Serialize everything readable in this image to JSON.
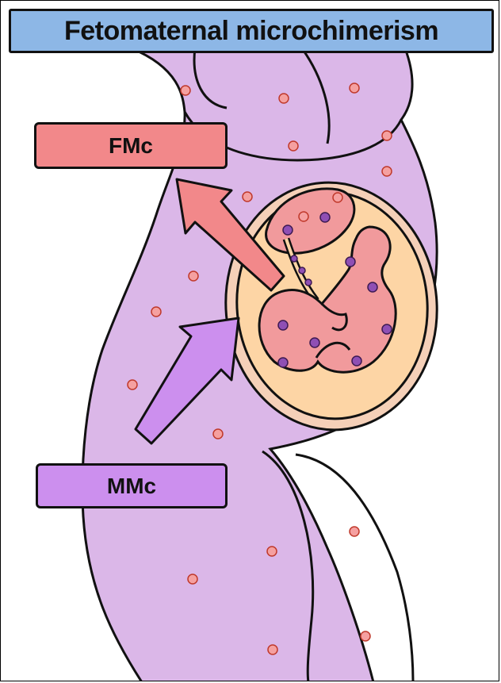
{
  "title": "Fetomaternal microchimerism",
  "labels": {
    "fmc": "FMc",
    "mmc": "MMc"
  },
  "colors": {
    "title_bg": "#8db7e6",
    "mother_body": "#dbb7e8",
    "fetal_cell": "#f2888a",
    "maternal_cell": "#8f4fb4",
    "amniotic_fluid": "#fdd5a5",
    "fetus": "#f19a9c",
    "fmc_arrow": "#f2888a",
    "mmc_arrow": "#cc8fee"
  }
}
